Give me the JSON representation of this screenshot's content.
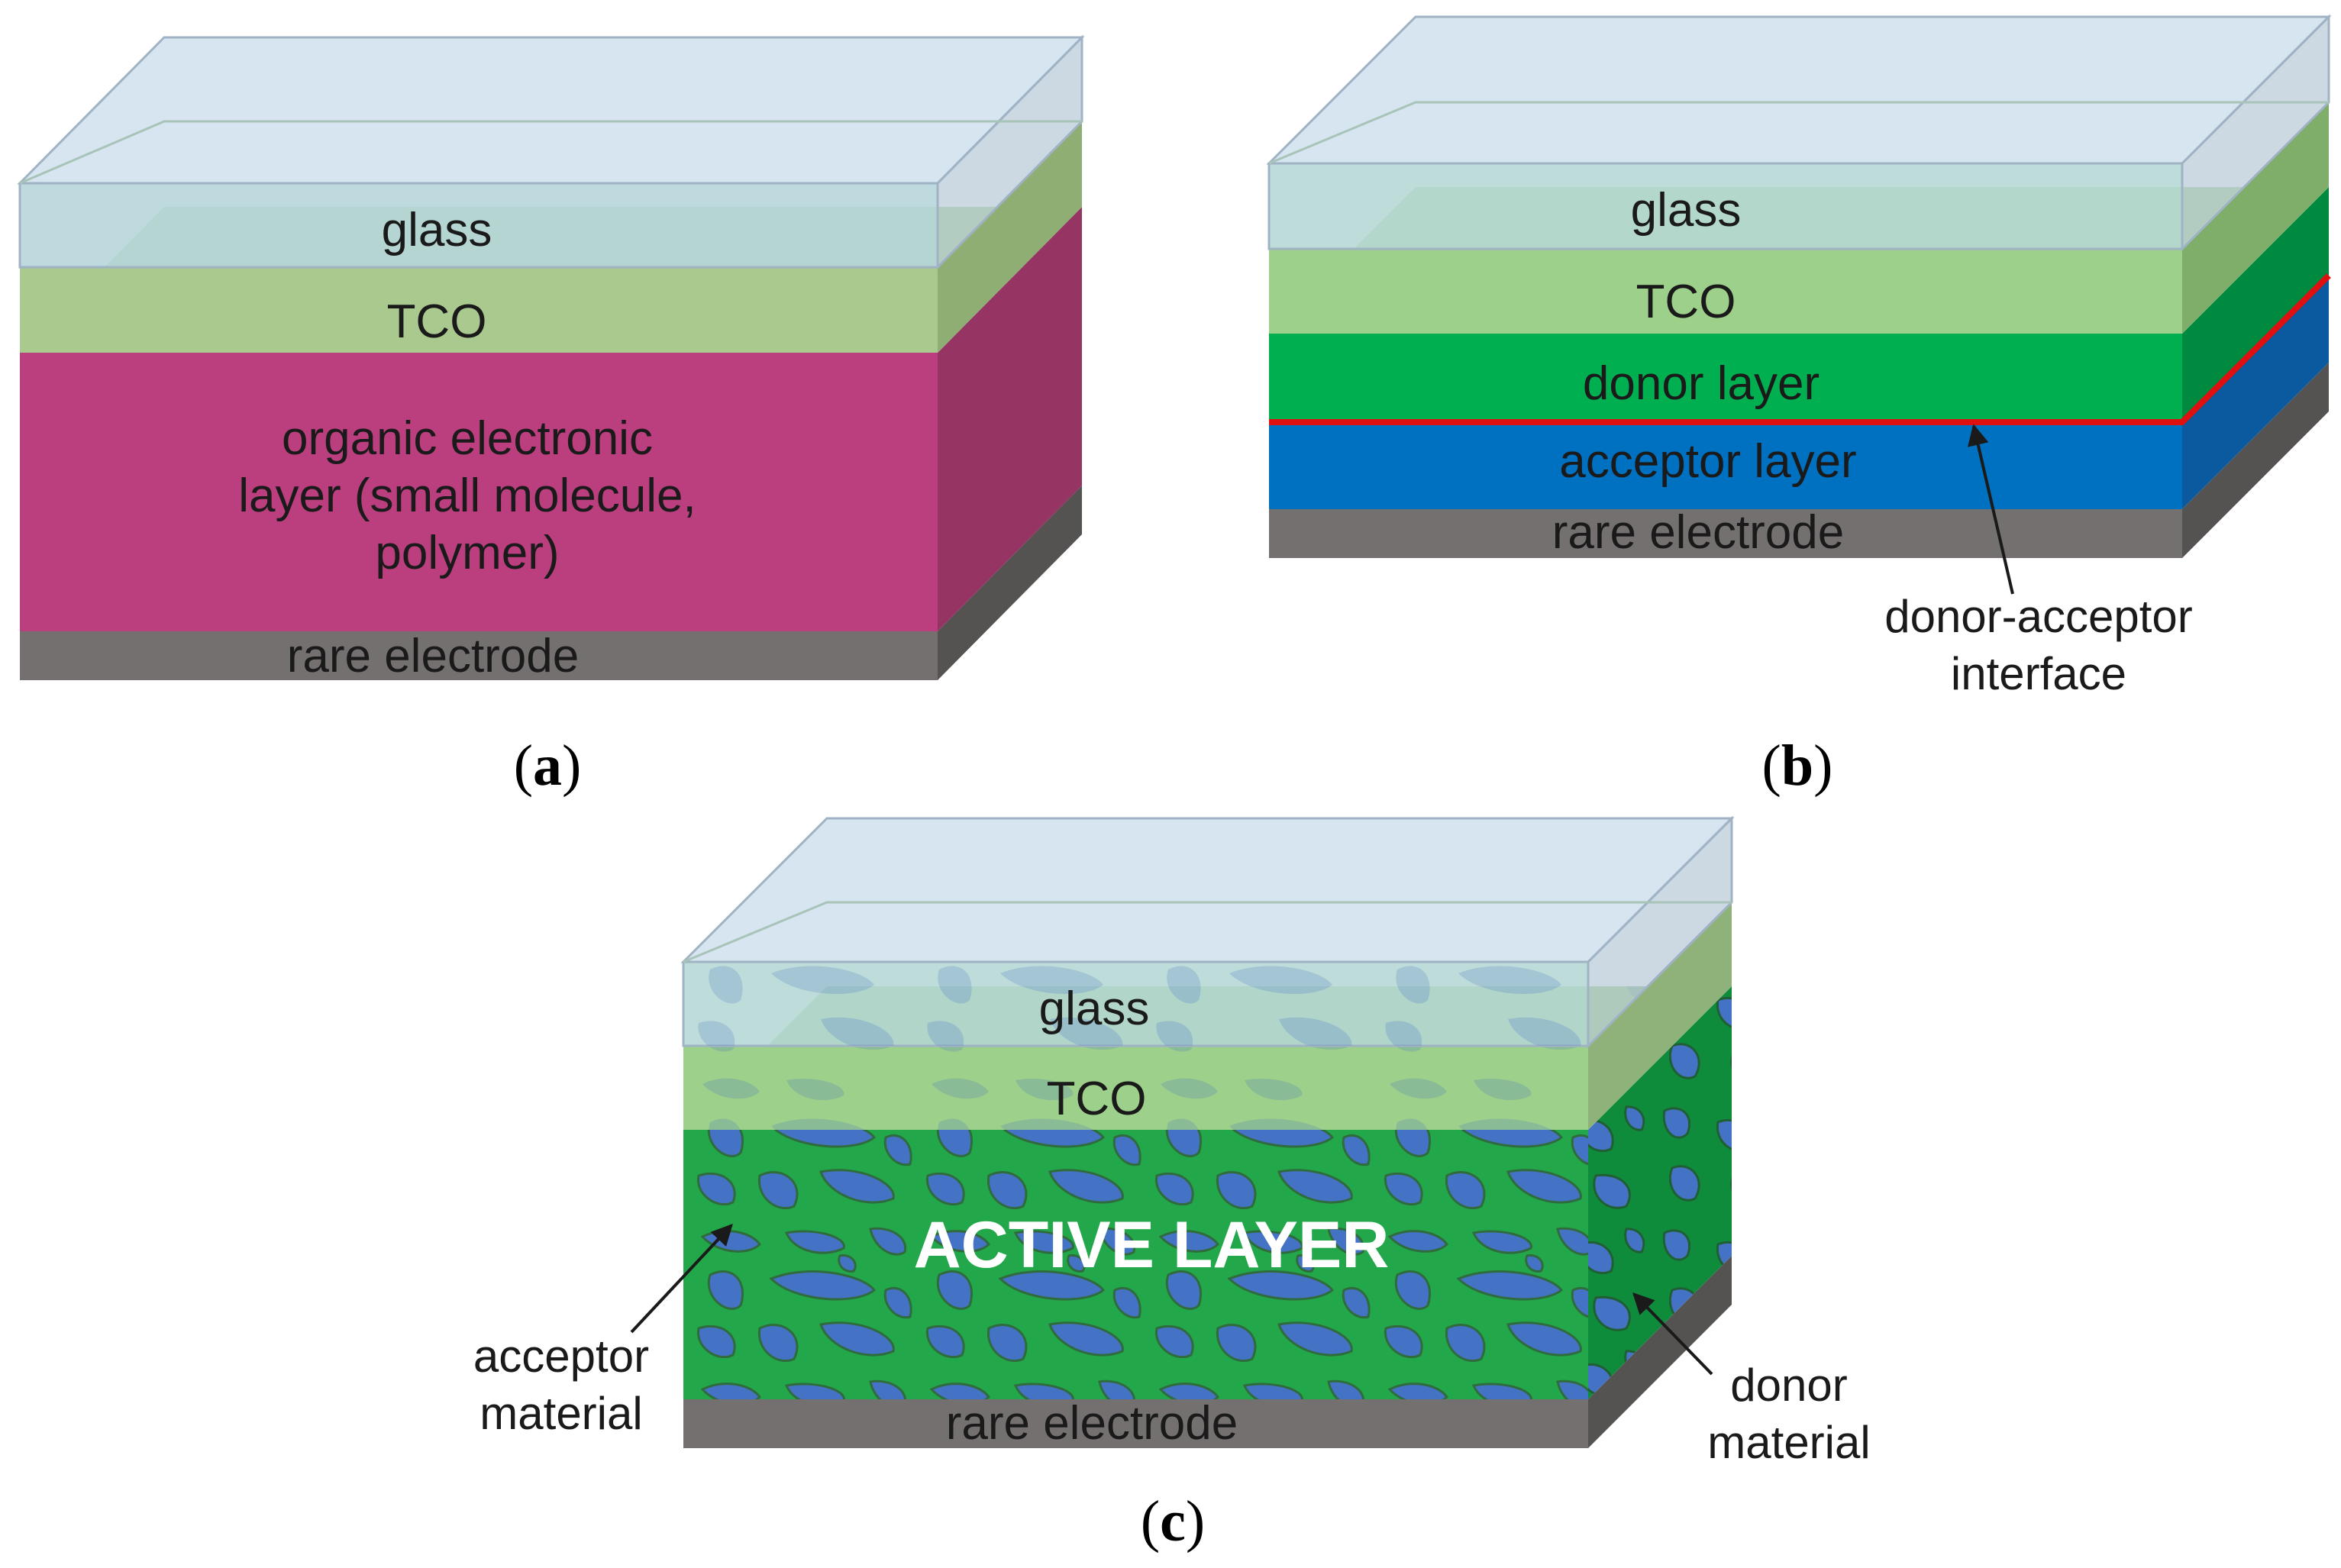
{
  "panels": {
    "a": {
      "caption_open": "(",
      "caption_letter": "a",
      "caption_close": ")",
      "layers": {
        "glass": "glass",
        "tco": "TCO",
        "organic_line1": "organic electronic",
        "organic_line2": "layer (small molecule,",
        "organic_line3": "polymer)",
        "electrode": "rare electrode"
      }
    },
    "b": {
      "caption_open": "(",
      "caption_letter": "b",
      "caption_close": ")",
      "layers": {
        "glass": "glass",
        "tco": "TCO",
        "donor": "donor layer",
        "acceptor": "acceptor layer",
        "electrode": "rare electrode"
      },
      "annotation": {
        "line1": "donor-acceptor",
        "line2": "interface"
      }
    },
    "c": {
      "caption_open": "(",
      "caption_letter": "c",
      "caption_close": ")",
      "layers": {
        "glass": "glass",
        "tco": "TCO",
        "active": "ACTIVE LAYER",
        "electrode": "rare electrode"
      },
      "annotations": {
        "acceptor_line1": "acceptor",
        "acceptor_line2": "material",
        "donor_line1": "donor",
        "donor_line2": "material"
      }
    }
  },
  "colors": {
    "glass": "#c9dcec",
    "tco": "#a9d18e",
    "organic": "#bb3f7f",
    "electrode": "#747070",
    "donor": "#00b050",
    "acceptor": "#0070c0",
    "interface": "#e01010",
    "active_green": "#22a84a",
    "blob_blue": "#4472c4"
  }
}
